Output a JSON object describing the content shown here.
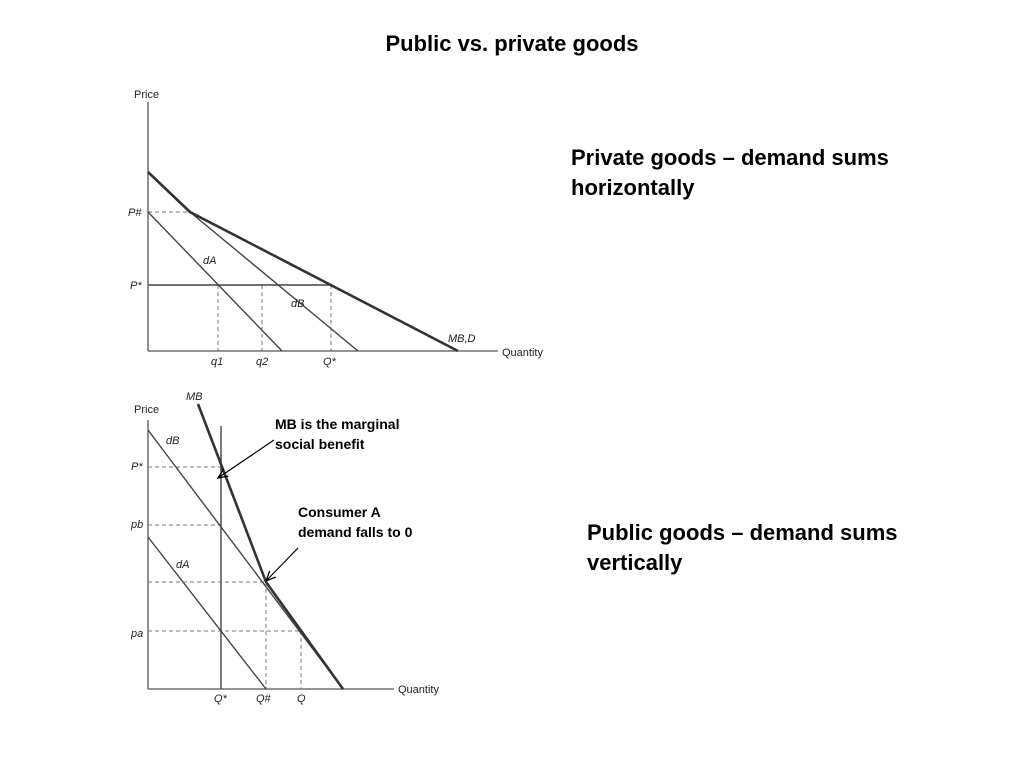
{
  "slide": {
    "title": "Public vs. private goods",
    "private_caption_line1": "Private goods – demand sums",
    "private_caption_line2": "horizontally",
    "public_caption_line1": "Public goods – demand sums",
    "public_caption_line2": "vertically"
  },
  "private_diagram": {
    "y_axis": "Price",
    "x_axis": "Quantity",
    "p_hash": "P#",
    "p_star": "P*",
    "q1": "q1",
    "q2": "q2",
    "q_star": "Q*",
    "curve_dA": "dA",
    "curve_dB": "dB",
    "curve_total": "MB,D"
  },
  "public_diagram": {
    "y_axis": "Price",
    "x_axis": "Quantity",
    "p_star": "P*",
    "p_b": "pb",
    "p_a": "pa",
    "q_star": "Q*",
    "q_hash": "Q#",
    "q": "Q",
    "curve_MB": "MB",
    "curve_dB": "dB",
    "curve_dA": "dA"
  },
  "annotations": {
    "mb_note_line1": "MB is the marginal",
    "mb_note_line2": "social benefit",
    "consumer_note_line1": "Consumer A",
    "consumer_note_line2": "demand falls to 0"
  }
}
